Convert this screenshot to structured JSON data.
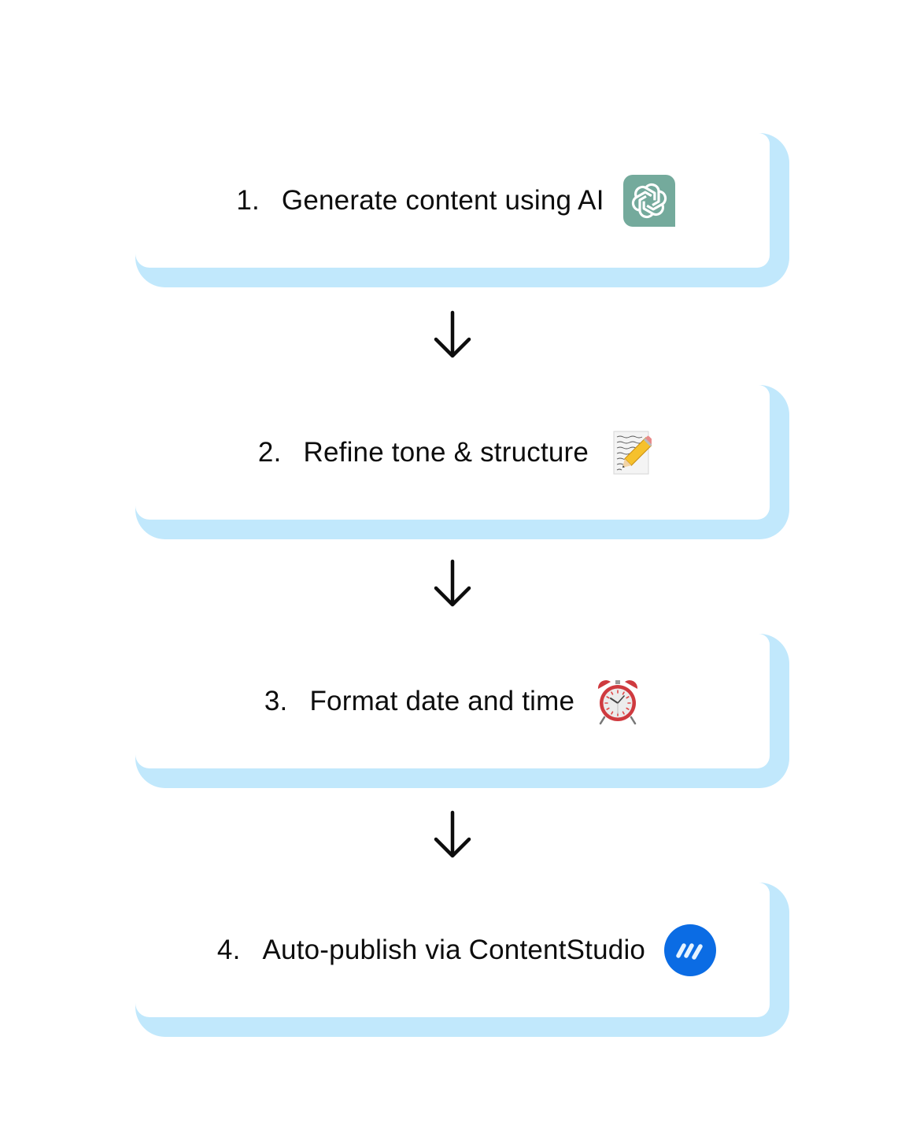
{
  "colors": {
    "background": "#ffffff",
    "card": "#ffffff",
    "card_backing": "#c1e8fc",
    "text": "#0d0d0d",
    "arrow": "#0d0d0d",
    "openai_green": "#74aa9c",
    "contentstudio_blue": "#0b6ce4"
  },
  "steps": [
    {
      "number": "1.",
      "label": "Generate content using AI",
      "icon": "openai-logo-icon"
    },
    {
      "number": "2.",
      "label": "Refine tone & structure",
      "icon": "memo-pencil-icon"
    },
    {
      "number": "3.",
      "label": "Format date and time",
      "icon": "alarm-clock-icon"
    },
    {
      "number": "4.",
      "label": "Auto-publish via ContentStudio",
      "icon": "contentstudio-logo-icon"
    }
  ],
  "connectors": [
    {
      "icon": "arrow-down-icon"
    },
    {
      "icon": "arrow-down-icon"
    },
    {
      "icon": "arrow-down-icon"
    }
  ]
}
